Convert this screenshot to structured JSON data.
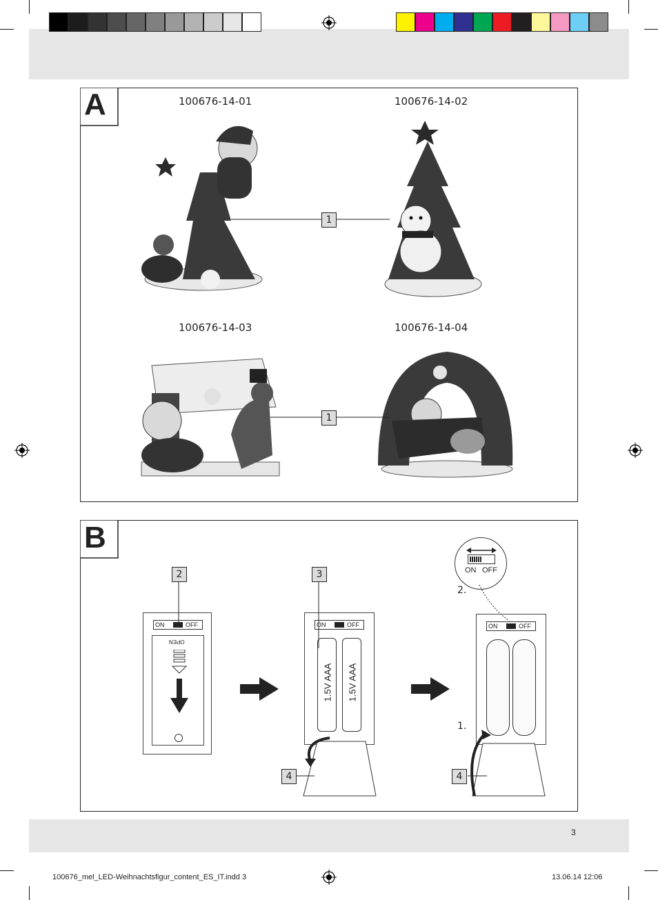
{
  "print_marks": {
    "grayscale_swatches": [
      "#000000",
      "#1c1c1c",
      "#333333",
      "#4d4d4d",
      "#666666",
      "#808080",
      "#999999",
      "#b3b3b3",
      "#cccccc",
      "#e6e6e6",
      "#ffffff"
    ],
    "color_swatches": [
      "#fff200",
      "#ec008c",
      "#00aeef",
      "#2e3192",
      "#00a651",
      "#ed1c24",
      "#231f20",
      "#fff799",
      "#f49ac1",
      "#6dcff6",
      "#8c8c8c"
    ]
  },
  "section_a": {
    "letter": "A",
    "models": [
      "100676-14-01",
      "100676-14-02",
      "100676-14-03",
      "100676-14-04"
    ],
    "callout_top": "1",
    "callout_bottom": "1"
  },
  "section_b": {
    "letter": "B",
    "callout_switch": "2",
    "callout_battery": "3",
    "callout_lid_mid": "4",
    "callout_lid_right": "4",
    "switch_on": "ON",
    "switch_off": "OFF",
    "lid_open": "OPEN",
    "battery_label": "1.5V AAA",
    "step_1": "1.",
    "step_2": "2.",
    "zoom_on": "ON",
    "zoom_off": "OFF"
  },
  "footer": {
    "page_number": "3",
    "file_info": "100676_mel_LED-Weihnachtsfigur_content_ES_IT.indd   3",
    "date_time": "13.06.14   12:06"
  }
}
